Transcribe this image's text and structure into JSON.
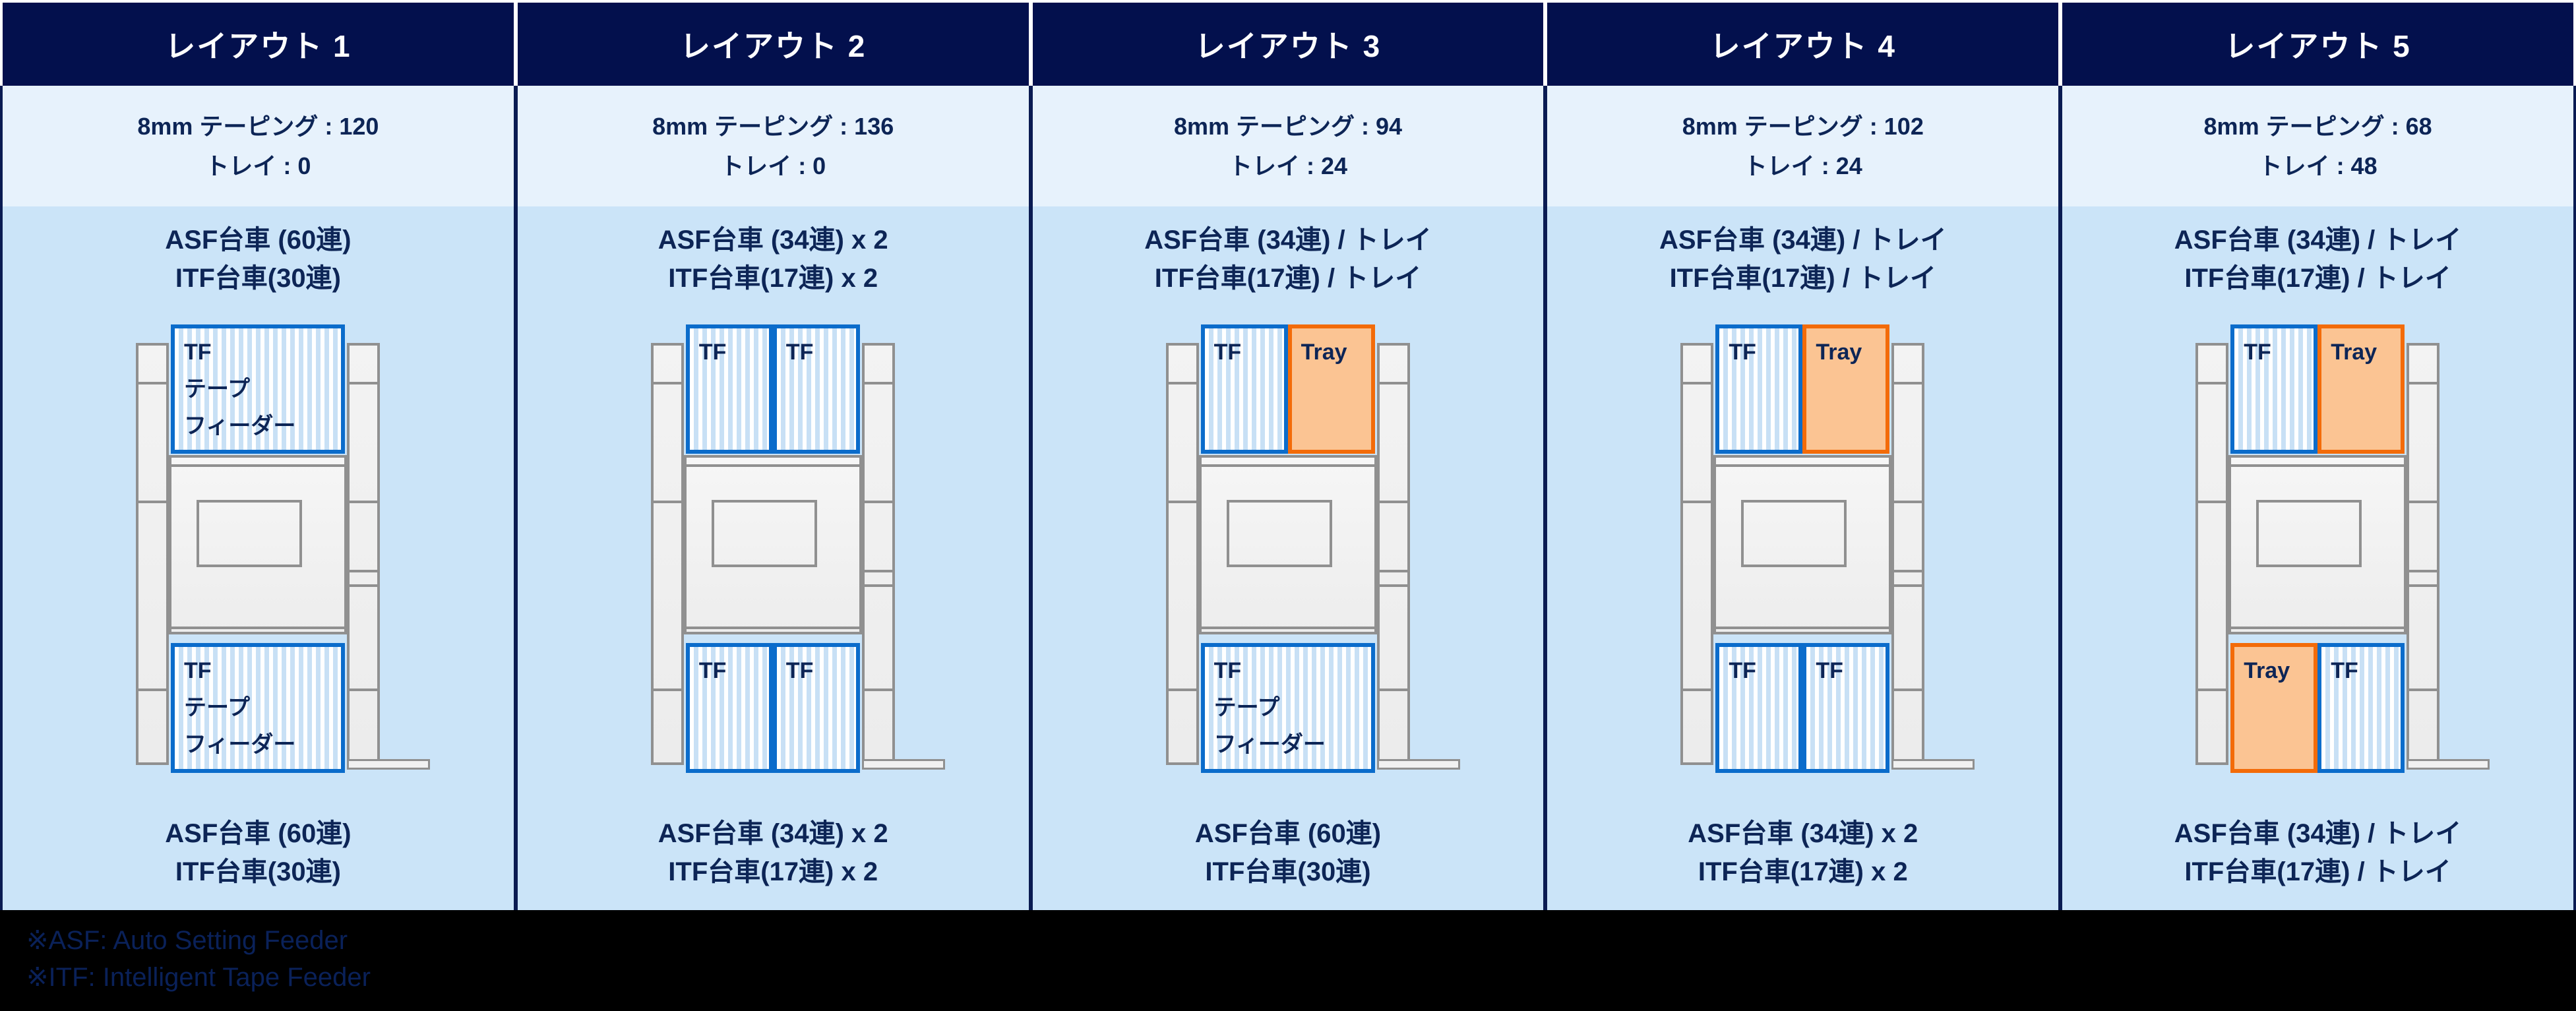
{
  "colors": {
    "header_bg": "#03104d",
    "header_text": "#ffffff",
    "info_band_bg": "#e7f2fc",
    "panel_bg": "#cbe4f8",
    "column_divider_body": "#0a1b52",
    "column_divider_header": "#ffffff",
    "tf_border_blue": "#0b6ccb",
    "tf_stripe_blue": "#c8e0f5",
    "tray_border_orange": "#f36b09",
    "tray_fill": "#fbc493",
    "text_navy": "#0d2556",
    "machine_gray": "#909090",
    "footnote_text": "#0a2159",
    "page_bg": "#000000"
  },
  "footnotes": {
    "asf": "※ASF: Auto Setting Feeder",
    "itf": "※ITF: Intelligent Tape Feeder"
  },
  "layouts": [
    {
      "title": "レイアウト 1",
      "stats": {
        "taping": "8mm テーピング : 120",
        "tray": "トレイ : 0"
      },
      "top_label": [
        "ASF台車 (60連)",
        "ITF台車(30連)"
      ],
      "bottom_label": [
        "ASF台車 (60連)",
        "ITF台車(30連)"
      ],
      "top_slots": [
        {
          "type": "tf",
          "lines": [
            "TF",
            "テープ",
            "フィーダー"
          ]
        }
      ],
      "bottom_slots": [
        {
          "type": "tf",
          "lines": [
            "TF",
            "テープ",
            "フィーダー"
          ]
        }
      ]
    },
    {
      "title": "レイアウト 2",
      "stats": {
        "taping": "8mm テーピング : 136",
        "tray": "トレイ : 0"
      },
      "top_label": [
        "ASF台車 (34連) x 2",
        "ITF台車(17連) x 2"
      ],
      "bottom_label": [
        "ASF台車 (34連) x 2",
        "ITF台車(17連) x 2"
      ],
      "top_slots": [
        {
          "type": "tf",
          "lines": [
            "TF"
          ]
        },
        {
          "type": "tf",
          "lines": [
            "TF"
          ]
        }
      ],
      "bottom_slots": [
        {
          "type": "tf",
          "lines": [
            "TF"
          ]
        },
        {
          "type": "tf",
          "lines": [
            "TF"
          ]
        }
      ]
    },
    {
      "title": "レイアウト 3",
      "stats": {
        "taping": "8mm テーピング : 94",
        "tray": "トレイ : 24"
      },
      "top_label": [
        "ASF台車 (34連) / トレイ",
        "ITF台車(17連) / トレイ"
      ],
      "bottom_label": [
        "ASF台車 (60連)",
        "ITF台車(30連)"
      ],
      "top_slots": [
        {
          "type": "tf",
          "lines": [
            "TF"
          ]
        },
        {
          "type": "tray",
          "lines": [
            "Tray"
          ]
        }
      ],
      "bottom_slots": [
        {
          "type": "tf",
          "lines": [
            "TF",
            "テープ",
            "フィーダー"
          ]
        }
      ]
    },
    {
      "title": "レイアウト 4",
      "stats": {
        "taping": "8mm テーピング : 102",
        "tray": "トレイ : 24"
      },
      "top_label": [
        "ASF台車 (34連) / トレイ",
        "ITF台車(17連) / トレイ"
      ],
      "bottom_label": [
        "ASF台車 (34連) x 2",
        "ITF台車(17連) x 2"
      ],
      "top_slots": [
        {
          "type": "tf",
          "lines": [
            "TF"
          ]
        },
        {
          "type": "tray",
          "lines": [
            "Tray"
          ]
        }
      ],
      "bottom_slots": [
        {
          "type": "tf",
          "lines": [
            "TF"
          ]
        },
        {
          "type": "tf",
          "lines": [
            "TF"
          ]
        }
      ]
    },
    {
      "title": "レイアウト 5",
      "stats": {
        "taping": "8mm テーピング : 68",
        "tray": "トレイ : 48"
      },
      "top_label": [
        "ASF台車 (34連) / トレイ",
        "ITF台車(17連) / トレイ"
      ],
      "bottom_label": [
        "ASF台車 (34連) / トレイ",
        "ITF台車(17連) / トレイ"
      ],
      "top_slots": [
        {
          "type": "tf",
          "lines": [
            "TF"
          ]
        },
        {
          "type": "tray",
          "lines": [
            "Tray"
          ]
        }
      ],
      "bottom_slots": [
        {
          "type": "tray",
          "lines": [
            "Tray"
          ]
        },
        {
          "type": "tf",
          "lines": [
            "TF"
          ]
        }
      ]
    }
  ]
}
